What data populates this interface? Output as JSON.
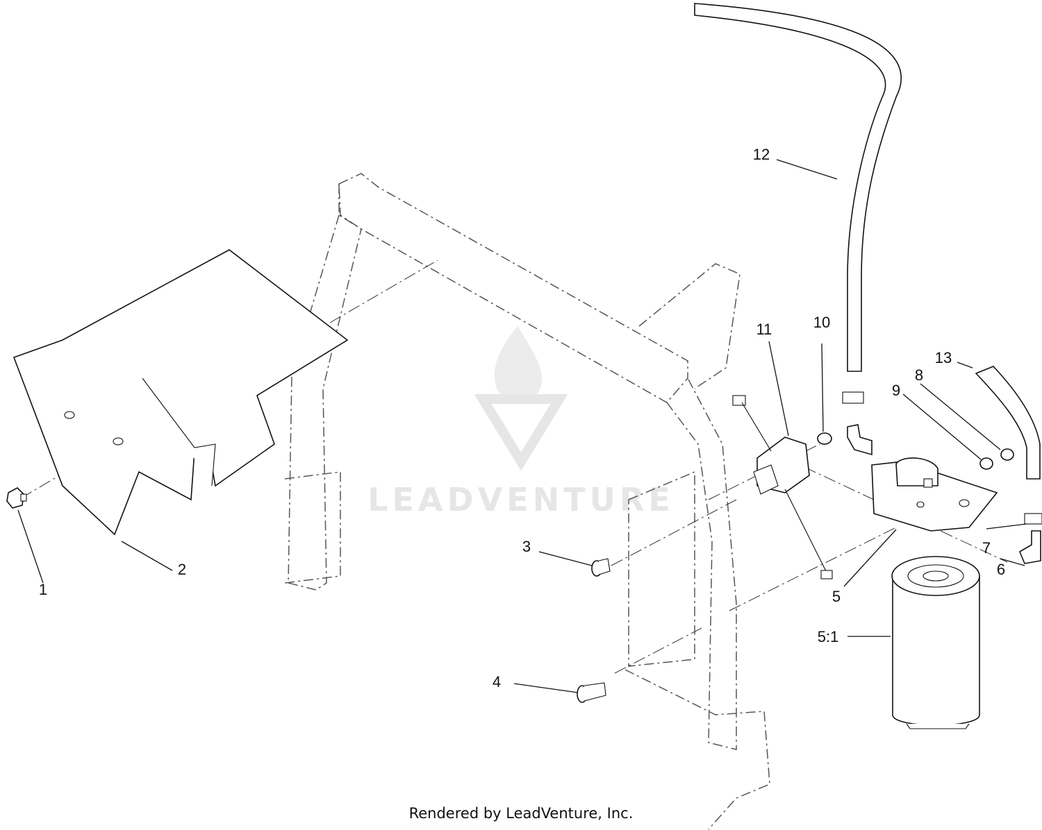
{
  "diagram": {
    "watermark": "LEADVENTURE",
    "footer": "Rendered by LeadVenture, Inc.",
    "callouts": [
      {
        "id": "1",
        "label": "1"
      },
      {
        "id": "2",
        "label": "2"
      },
      {
        "id": "3",
        "label": "3"
      },
      {
        "id": "4",
        "label": "4"
      },
      {
        "id": "5",
        "label": "5"
      },
      {
        "id": "5_1",
        "label": "5:1"
      },
      {
        "id": "6",
        "label": "6"
      },
      {
        "id": "7",
        "label": "7"
      },
      {
        "id": "8",
        "label": "8"
      },
      {
        "id": "9",
        "label": "9"
      },
      {
        "id": "10",
        "label": "10"
      },
      {
        "id": "11",
        "label": "11"
      },
      {
        "id": "12",
        "label": "12"
      },
      {
        "id": "13",
        "label": "13"
      }
    ]
  }
}
